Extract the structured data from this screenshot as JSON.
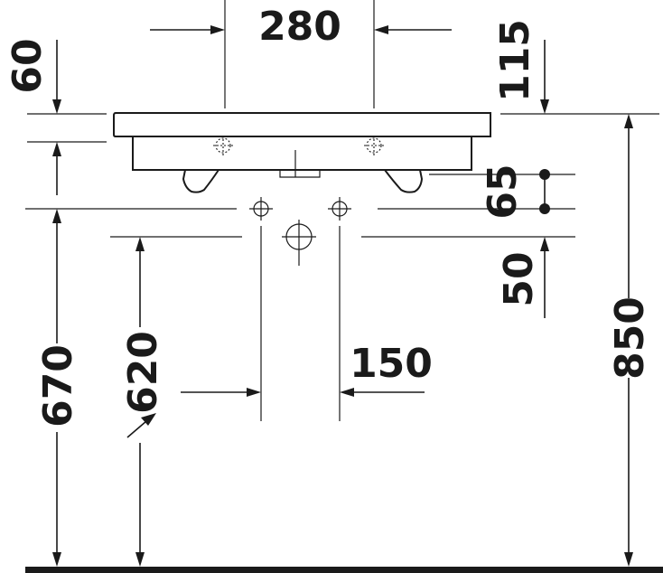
{
  "drawing": {
    "dimensions": {
      "tap_hole_spacing": "280",
      "rim_overhang": "60",
      "rim_to_top": "115",
      "valve_spacing": "65",
      "drain_offset": "50",
      "rim_height_front": "670",
      "drain_height": "620",
      "valve_center_spacing": "150",
      "total_height": "850"
    }
  }
}
